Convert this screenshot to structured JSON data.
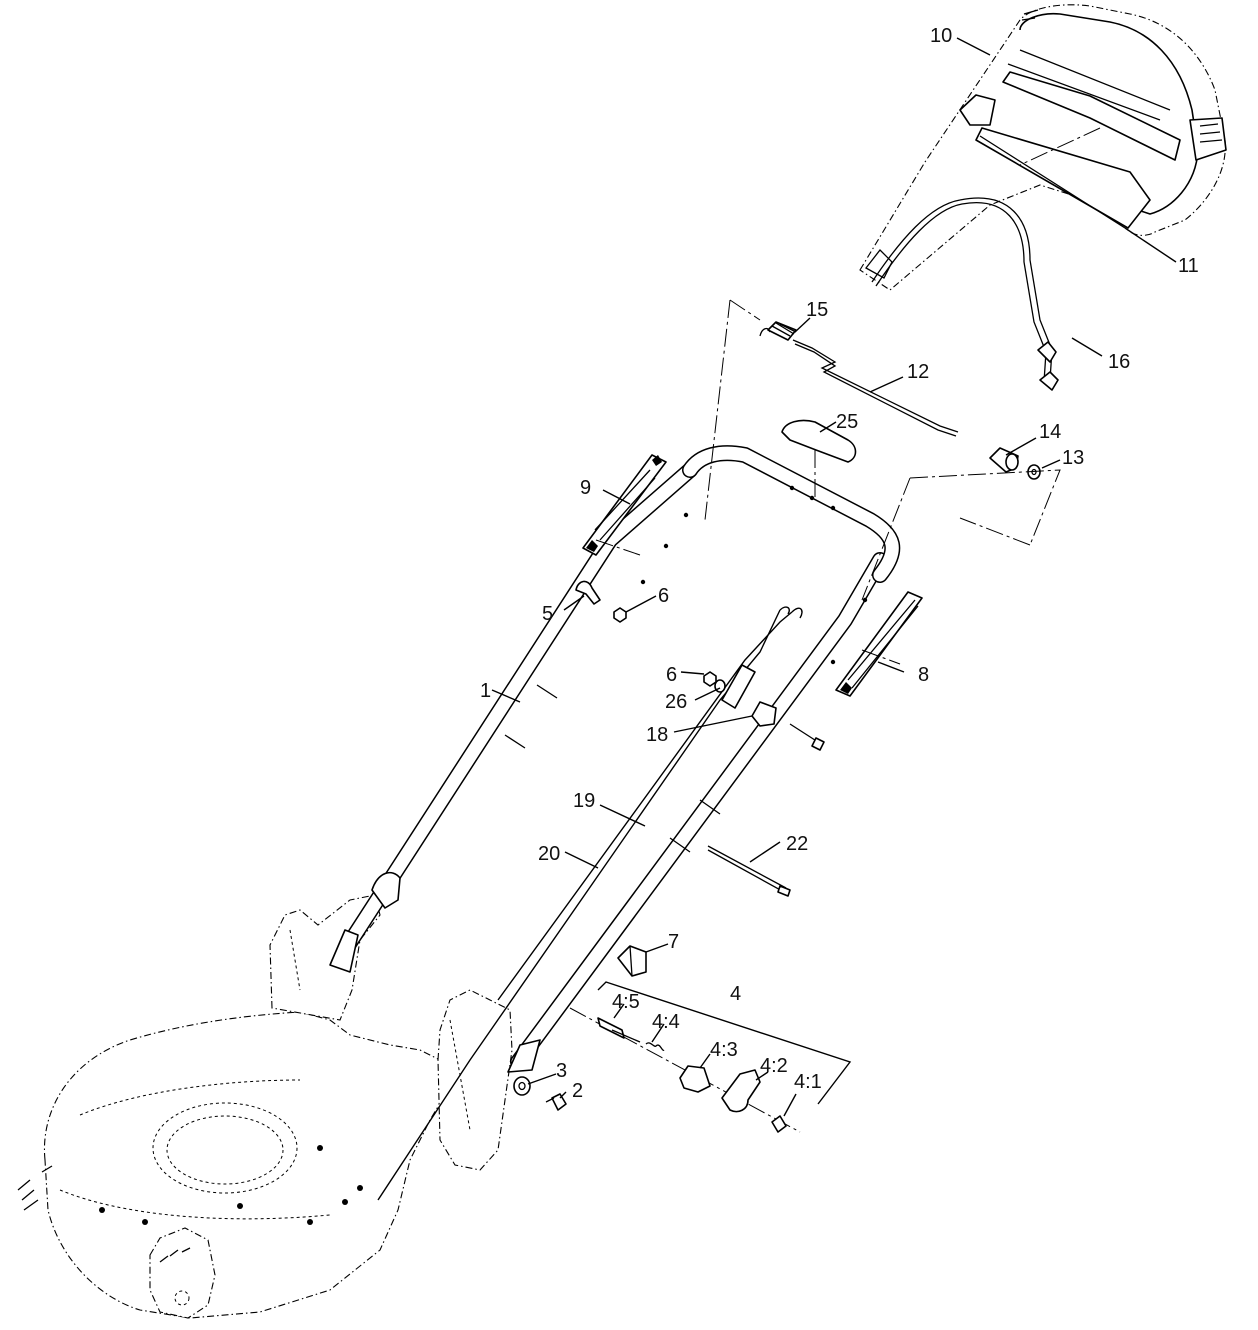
{
  "callouts": [
    {
      "id": "c10",
      "text": "10"
    },
    {
      "id": "c11",
      "text": "11"
    },
    {
      "id": "c15",
      "text": "15"
    },
    {
      "id": "c16",
      "text": "16"
    },
    {
      "id": "c12",
      "text": "12"
    },
    {
      "id": "c25",
      "text": "25"
    },
    {
      "id": "c14",
      "text": "14"
    },
    {
      "id": "c13",
      "text": "13"
    },
    {
      "id": "c9",
      "text": "9"
    },
    {
      "id": "c5",
      "text": "5"
    },
    {
      "id": "c6a",
      "text": "6"
    },
    {
      "id": "c6b",
      "text": "6"
    },
    {
      "id": "c26",
      "text": "26"
    },
    {
      "id": "c8",
      "text": "8"
    },
    {
      "id": "c18",
      "text": "18"
    },
    {
      "id": "c1",
      "text": "1"
    },
    {
      "id": "c19",
      "text": "19"
    },
    {
      "id": "c22",
      "text": "22"
    },
    {
      "id": "c20",
      "text": "20"
    },
    {
      "id": "c7",
      "text": "7"
    },
    {
      "id": "c4",
      "text": "4"
    },
    {
      "id": "c4_5",
      "text": "4:5"
    },
    {
      "id": "c4_4",
      "text": "4:4"
    },
    {
      "id": "c4_3",
      "text": "4:3"
    },
    {
      "id": "c4_2",
      "text": "4:2"
    },
    {
      "id": "c4_1",
      "text": "4:1"
    },
    {
      "id": "c3",
      "text": "3"
    },
    {
      "id": "c2",
      "text": "2"
    }
  ]
}
